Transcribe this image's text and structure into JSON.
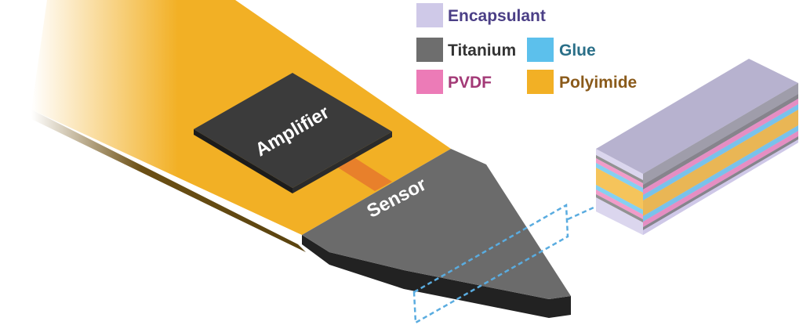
{
  "labels": {
    "amplifier": "Amplifier",
    "sensor": "Sensor"
  },
  "legend": [
    {
      "name": "Encapsulant",
      "color": "#cfc9e8",
      "text_color": "#4b3f86"
    },
    {
      "name": "Titanium",
      "color": "#6e6e6e",
      "text_color": "#333333"
    },
    {
      "name": "Glue",
      "color": "#5cc0ec",
      "text_color": "#2a6f88"
    },
    {
      "name": "PVDF",
      "color": "#ec7bb7",
      "text_color": "#a33a77"
    },
    {
      "name": "Polyimide",
      "color": "#f2b025",
      "text_color": "#8a5a1a"
    }
  ],
  "colors": {
    "polyimide": "#f2b025",
    "polyimide_side": "#c9860f",
    "trace": "#e8802b",
    "chip_top": "#3b3b3b",
    "chip_side": "#1f1f1f",
    "sensor_top": "#6b6b6b",
    "sensor_side": "#2a2a2a",
    "dashed": "#5aace0"
  }
}
